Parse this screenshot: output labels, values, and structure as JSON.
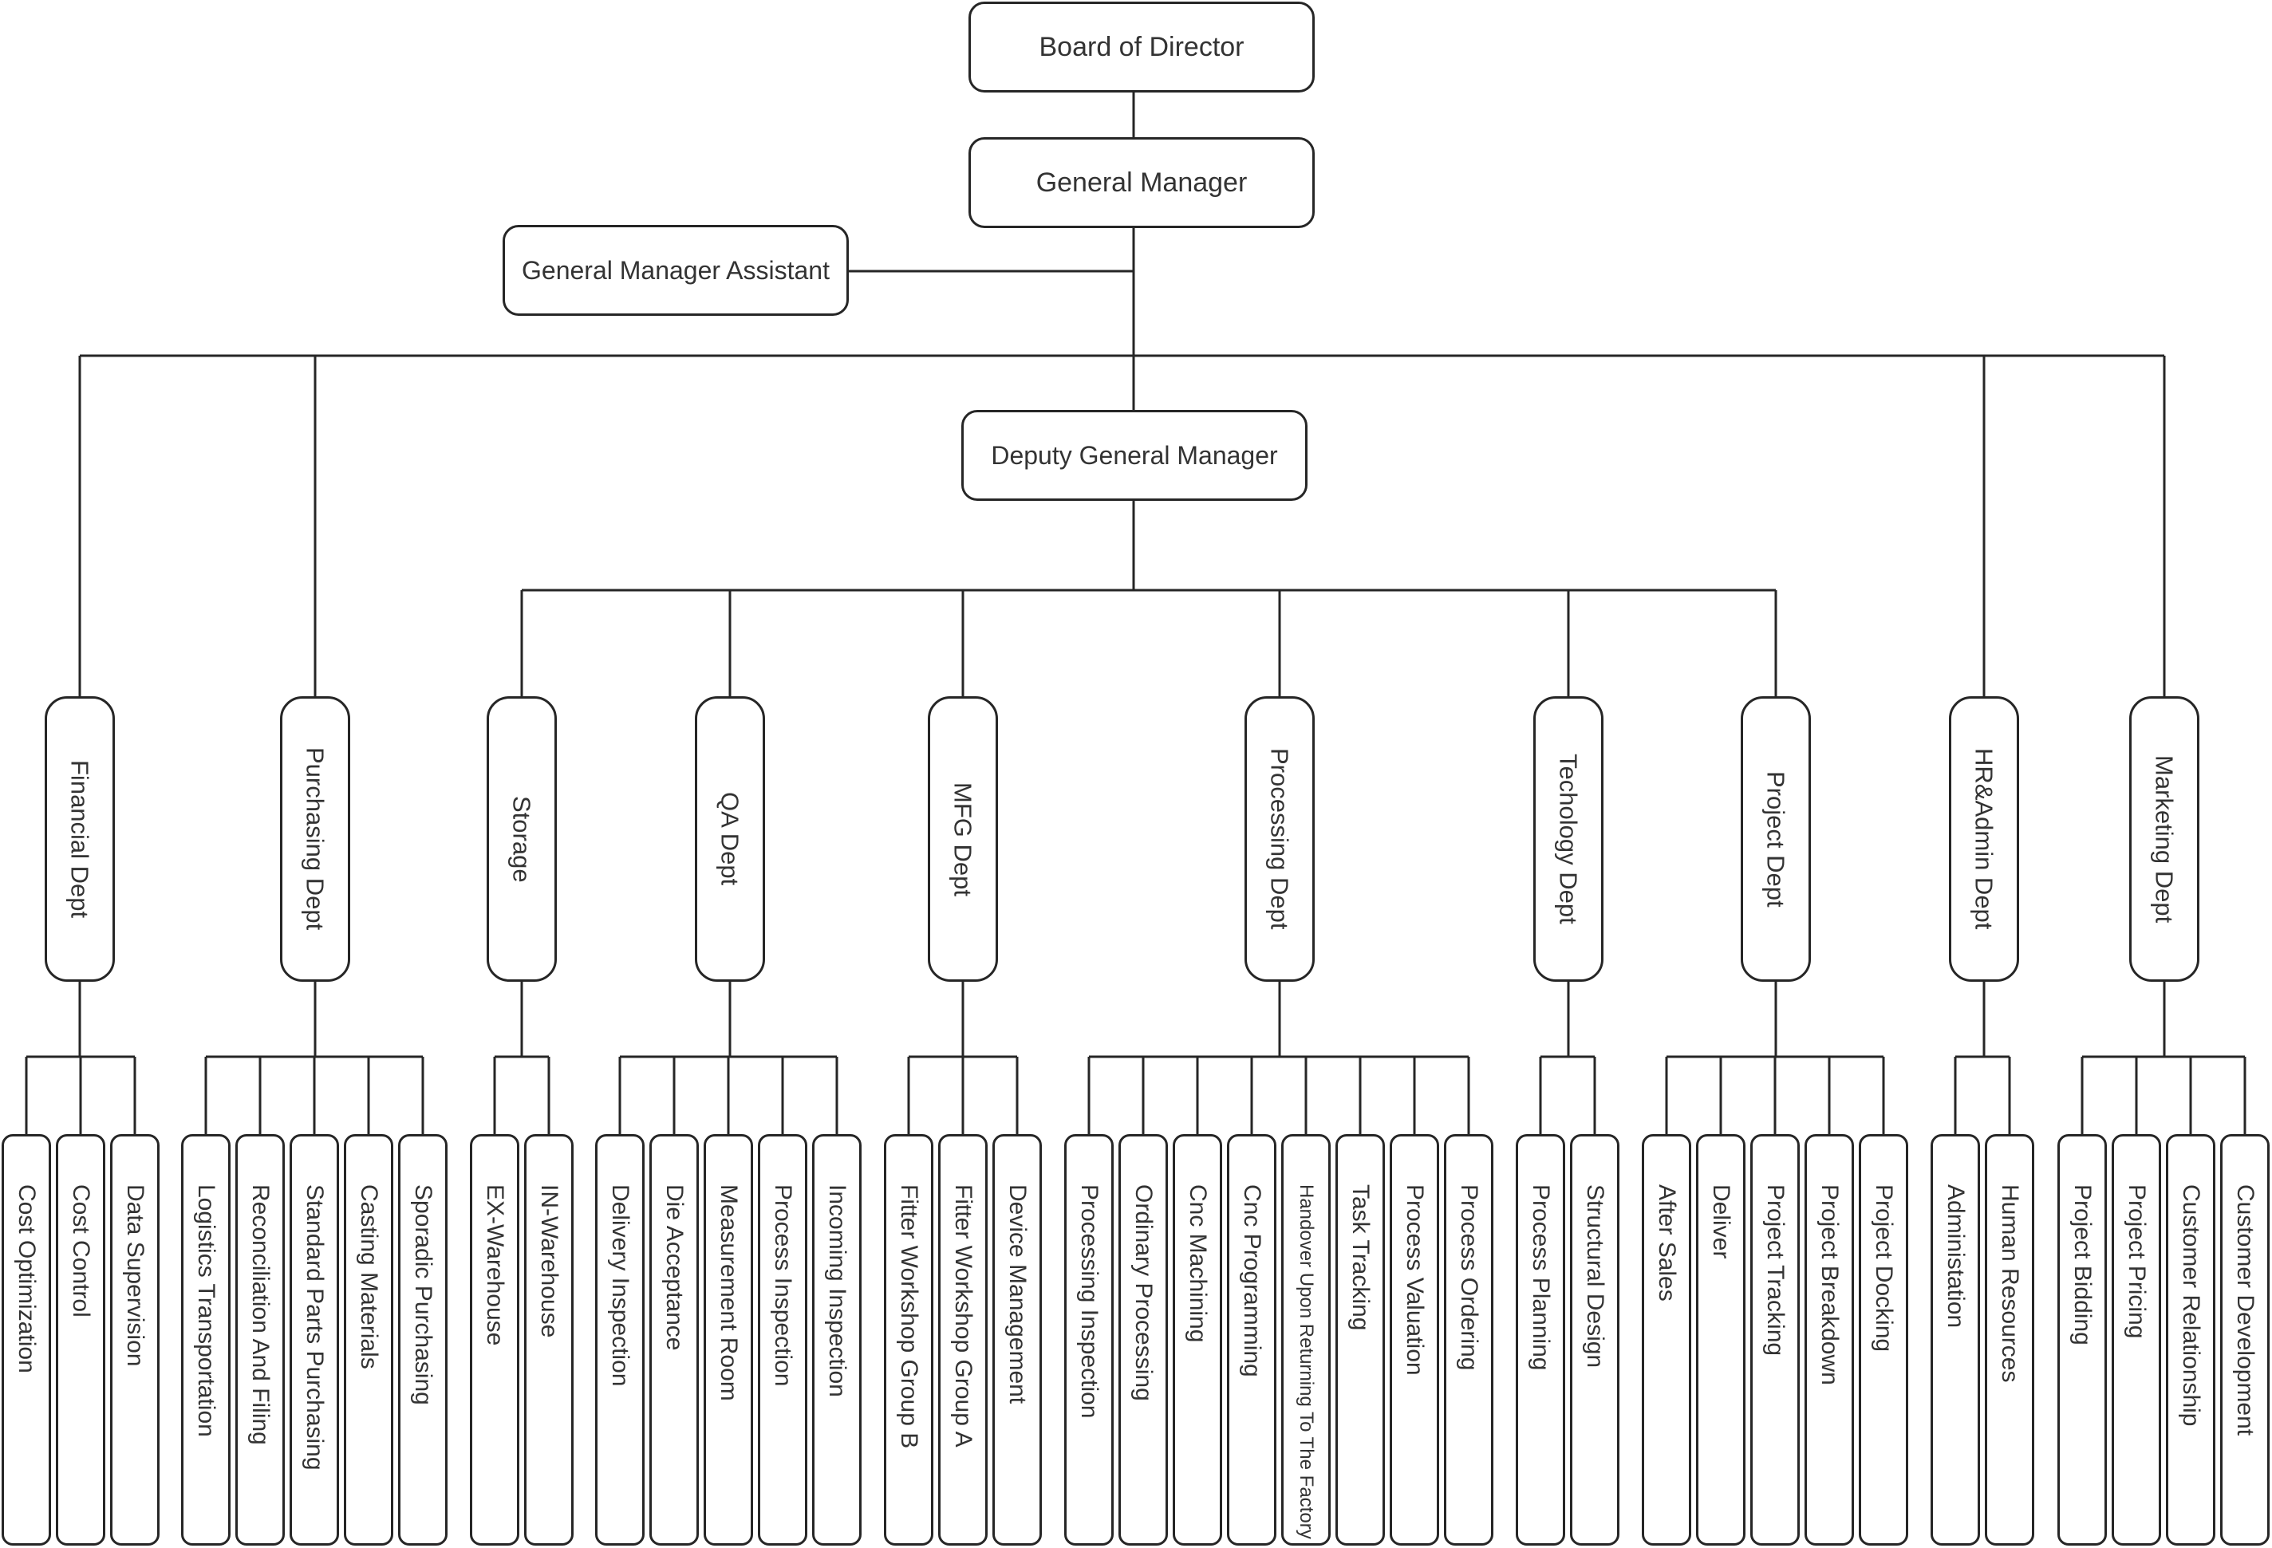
{
  "board": "Board of Director",
  "general_manager": "General Manager",
  "gm_assistant": "General Manager Assistant",
  "deputy_gm": "Deputy General Manager",
  "departments": [
    {
      "name": "Financial Dept",
      "teams": [
        "Cost Optimization",
        "Cost Control",
        "Data Supervision"
      ]
    },
    {
      "name": "Purchasing Dept",
      "teams": [
        "Logistics Transportation",
        "Reconciliation And Filing",
        "Standard Parts Purchasing",
        "Casting Materials",
        "Sporadic Purchasing"
      ]
    },
    {
      "name": "Storage",
      "teams": [
        "EX-Warehouse",
        "IN-Warehouse"
      ]
    },
    {
      "name": "QA Dept",
      "teams": [
        "Delivery Inspection",
        "Die Acceptance",
        "Measurement Room",
        "Process Inspection",
        "Incoming Inspection"
      ]
    },
    {
      "name": "MFG Dept",
      "teams": [
        "Fitter Workshop Group B",
        "Fitter Workshop Group A",
        "Device Management"
      ]
    },
    {
      "name": "Processing Dept",
      "teams": [
        "Processing Inspection",
        "Ordinary Processing",
        "Cnc Machining",
        "Cnc Programming",
        "Handover Upon Returning To The Factory",
        "Task Tracking",
        "Process Valuation",
        "Process Ordering"
      ]
    },
    {
      "name": "Techology Dept",
      "teams": [
        "Process Planning",
        "Structural Design"
      ]
    },
    {
      "name": "Project Dept",
      "teams": [
        "After Sales",
        "Deliver",
        "Project Tracking",
        "Project Breakdown",
        "Project Docking"
      ]
    },
    {
      "name": "HR&Admin Dept",
      "teams": [
        "Administation",
        "Human Resources"
      ]
    },
    {
      "name": "Marketing Dept",
      "teams": [
        "Project Bidding",
        "Project Pricing",
        "Customer Relationship",
        "Customer Development"
      ]
    }
  ]
}
